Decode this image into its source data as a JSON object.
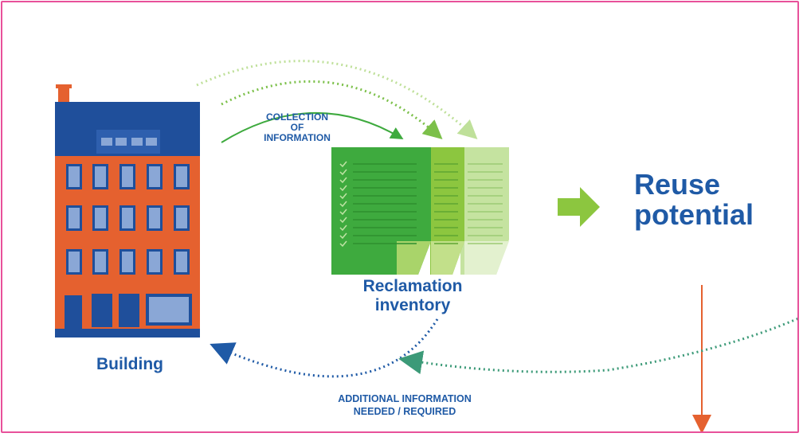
{
  "labels": {
    "collection_line1": "COLLECTION",
    "collection_line2": "OF",
    "collection_line3": "INFORMATION",
    "reuse_line1": "Reuse",
    "reuse_line2": "potential",
    "reclamation_line1": "Reclamation",
    "reclamation_line2": "inventory",
    "building": "Building",
    "additional_line1": "ADDITIONAL INFORMATION",
    "additional_line2": "NEEDED / REQUIRED"
  },
  "colors": {
    "frame": "#e8519a",
    "text": "#1f5aa6",
    "building_brick": "#e5612f",
    "building_roof": "#1f4f9b",
    "green_dark": "#3eaa3e",
    "green_mid": "#8cc63f",
    "green_light": "#c5e3a0",
    "dotted_blue": "#1f5aa6",
    "dotted_teal": "#3c9a78",
    "down_arrow": "#e5612f"
  },
  "icons": {
    "building": "building-icon",
    "inventory": "inventory-sheets-icon",
    "arrow": "right-arrow-icon"
  }
}
